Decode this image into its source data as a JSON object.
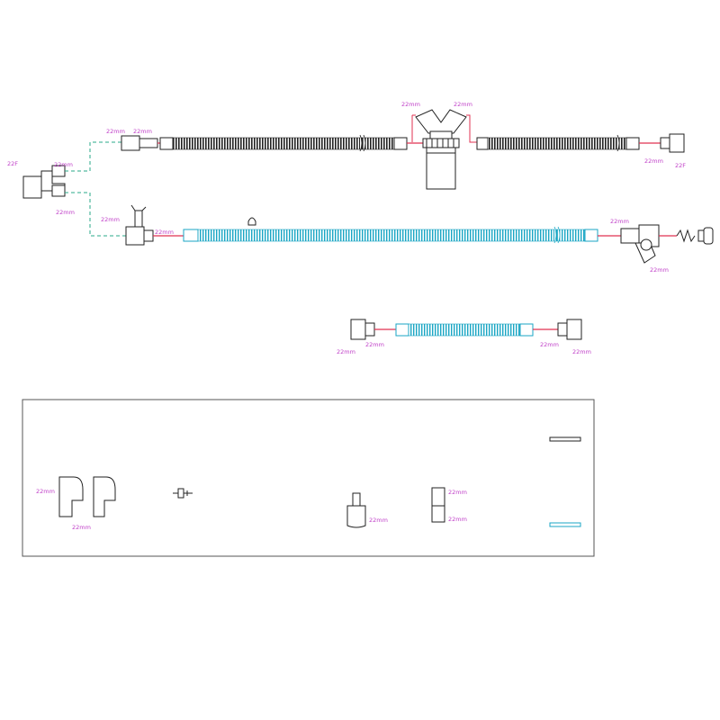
{
  "labels": {
    "wye_top": "22F",
    "wye_mid": "",
    "wye_right_top": "22mm",
    "wye_right_bot": "22mm",
    "upper_left_a": "22mm",
    "upper_left_b": "22mm",
    "upper_tube": "",
    "trap_left": "22mm",
    "trap_right": "22mm",
    "upper_right_tube": "",
    "upper_right_end": "22mm",
    "upper_right_end2": "22F",
    "port_top": "",
    "lower_left_a": "22mm",
    "lower_left_b": "",
    "lower_left_c": "22mm",
    "lower_tube": "",
    "lower_right_a": "22mm",
    "lower_right_b": "22mm",
    "short_left_a": "22mm",
    "short_left_b": "22mm",
    "short_tube": "",
    "short_right_a": "22mm",
    "short_right_b": "22mm",
    "elbow_left": "22mm",
    "elbow_bottom": "22mm",
    "adapter_top": "",
    "adapter_left": "",
    "adapter_right": "",
    "plug_right_top": "",
    "plug_right_bot": "22mm",
    "coupler_top": "22mm",
    "coupler_bot": "22mm",
    "bar1_top": "",
    "bar1_bot": "",
    "bar2_top": "",
    "bar2_bot": ""
  },
  "colors": {
    "outline": "#222222",
    "label": "#c040c8",
    "tube_cyan": "#1aa6c4",
    "connector_red": "#e03050",
    "dash_green": "#2aa88a",
    "panel_border": "#555555"
  }
}
